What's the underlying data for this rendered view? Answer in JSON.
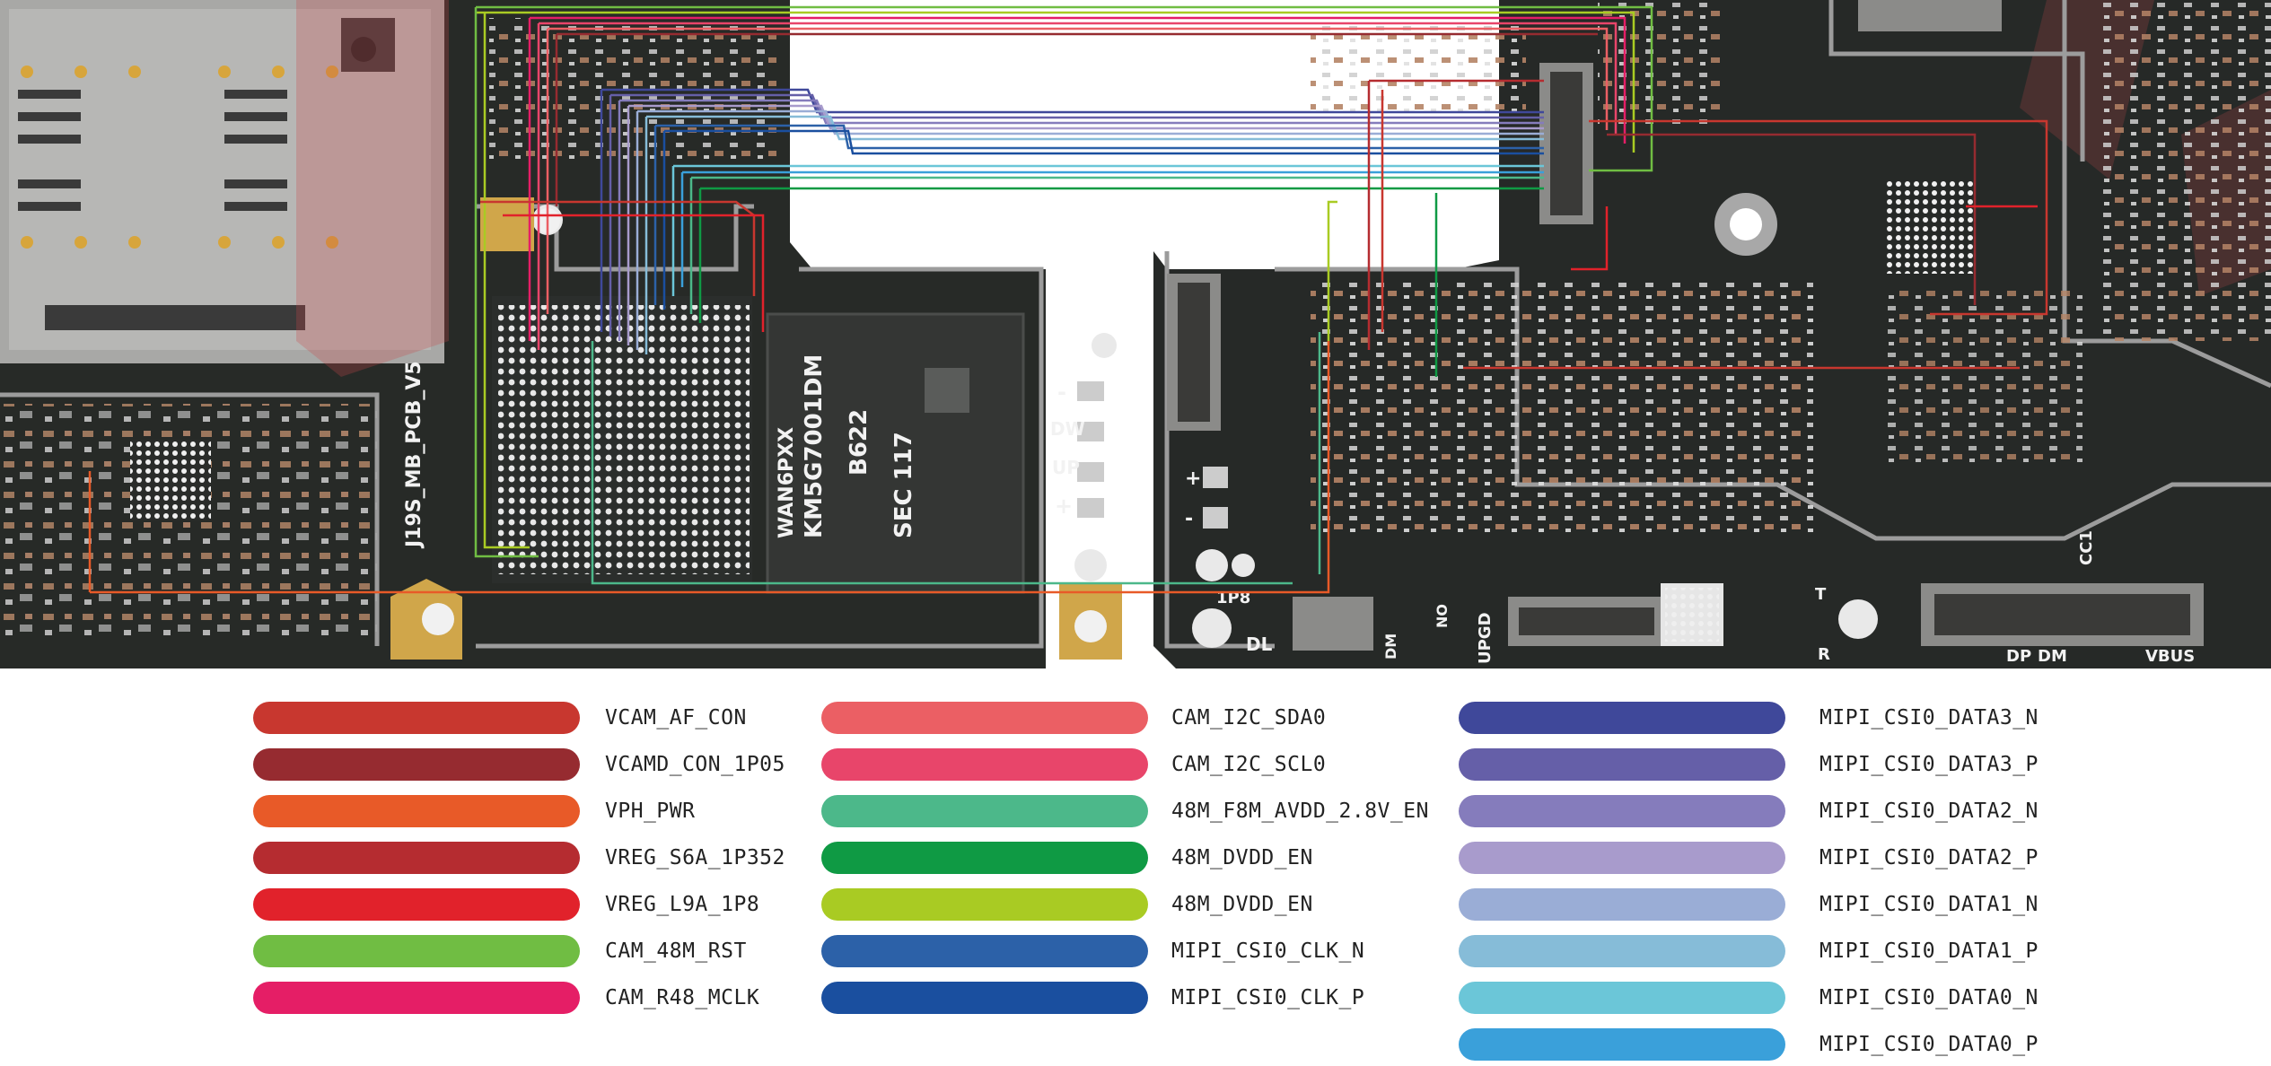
{
  "board": {
    "silkscreen": {
      "pcb_name": "J19S_MB_PCB_V5",
      "chip_marking": [
        "KM5G7001DM",
        "B622",
        "SEC 117",
        "WAN6PXX"
      ],
      "labels": [
        "DW",
        "UP",
        "+",
        "-",
        "+",
        "-",
        "1P8",
        "DL",
        "DM",
        "NO",
        "UPGD",
        "T",
        "R",
        "CC1",
        "DP",
        "DM",
        "VBUS"
      ]
    }
  },
  "legend": {
    "columns": [
      [
        {
          "label": "VCAM_AF_CON",
          "color": "#c8372f"
        },
        {
          "label": "VCAMD_CON_1P05",
          "color": "#962b30"
        },
        {
          "label": "VPH_PWR",
          "color": "#e85a28"
        },
        {
          "label": "VREG_S6A_1P352",
          "color": "#b52c30"
        },
        {
          "label": "VREG_L9A_1P8",
          "color": "#e1222b"
        },
        {
          "label": "CAM_48M_RST",
          "color": "#70bd43"
        },
        {
          "label": "CAM_R48_MCLK",
          "color": "#e51e66"
        }
      ],
      [
        {
          "label": "CAM_I2C_SDA0",
          "color": "#eb5f64"
        },
        {
          "label": "CAM_I2C_SCL0",
          "color": "#e8456a"
        },
        {
          "label": "48M_F8M_AVDD_2.8V_EN",
          "color": "#4cb88a"
        },
        {
          "label": "48M_DVDD_EN",
          "color": "#0f9a44"
        },
        {
          "label": "48M_DVDD_EN",
          "color": "#a9cb23"
        },
        {
          "label": "MIPI_CSI0_CLK_N",
          "color": "#2c61a8"
        },
        {
          "label": "MIPI_CSI0_CLK_P",
          "color": "#1a4f9f"
        }
      ],
      [
        {
          "label": "MIPI_CSI0_DATA3_N",
          "color": "#3f489a"
        },
        {
          "label": "MIPI_CSI0_DATA3_P",
          "color": "#655fa8"
        },
        {
          "label": "MIPI_CSI0_DATA2_N",
          "color": "#857cbc"
        },
        {
          "label": "MIPI_CSI0_DATA2_P",
          "color": "#a89bcc"
        },
        {
          "label": "MIPI_CSI0_DATA1_N",
          "color": "#9aadd6"
        },
        {
          "label": "MIPI_CSI0_DATA1_P",
          "color": "#86bcd8"
        },
        {
          "label": "MIPI_CSI0_DATA0_N",
          "color": "#6bc6d8"
        },
        {
          "label": "MIPI_CSI0_DATA0_P",
          "color": "#3aa0da"
        }
      ]
    ]
  }
}
